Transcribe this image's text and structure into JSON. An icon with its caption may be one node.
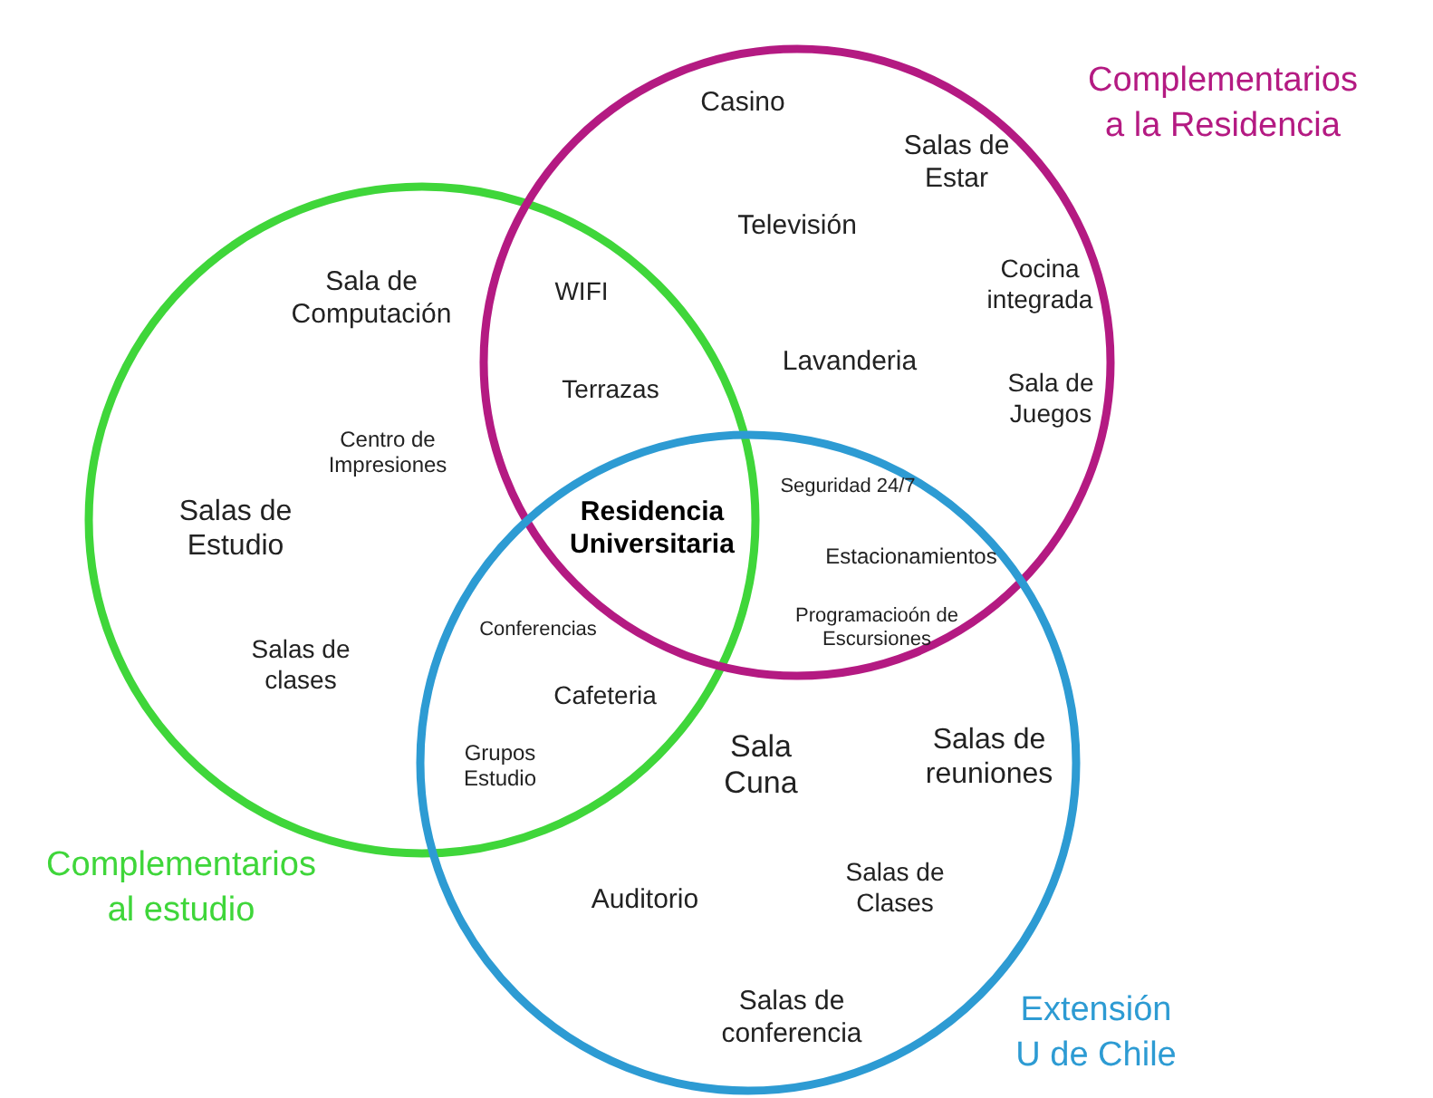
{
  "diagram": {
    "nodes": [
      {
        "text": [
          "Complementarios al estudio"
        ]
      },
      {
        "text": [
          "Complementarios a la Residencia"
        ]
      },
      {
        "text": [
          "Extensión U de Chile"
        ]
      }
    ],
    "labels": [
      "Casino",
      "Salas de Estar",
      "Televisión",
      "Cocina integrada",
      "Sala de Computación",
      "WIFI",
      "Lavanderia",
      "Sala de Juegos",
      "Terrazas",
      "Centro de Impresiones",
      "Residencia Universitaria",
      "Seguridad 24/7",
      "Salas de Estudio",
      "Estacionamientos",
      "Conferencias",
      "Programacioón de Escursiones",
      "Salas de clases",
      "Cafeteria",
      "Sala Cuna",
      "Salas de reuniones",
      "Grupos Estudio",
      "Auditorio",
      "Salas de Clases",
      "Salas de conferencia"
    ]
  }
}
